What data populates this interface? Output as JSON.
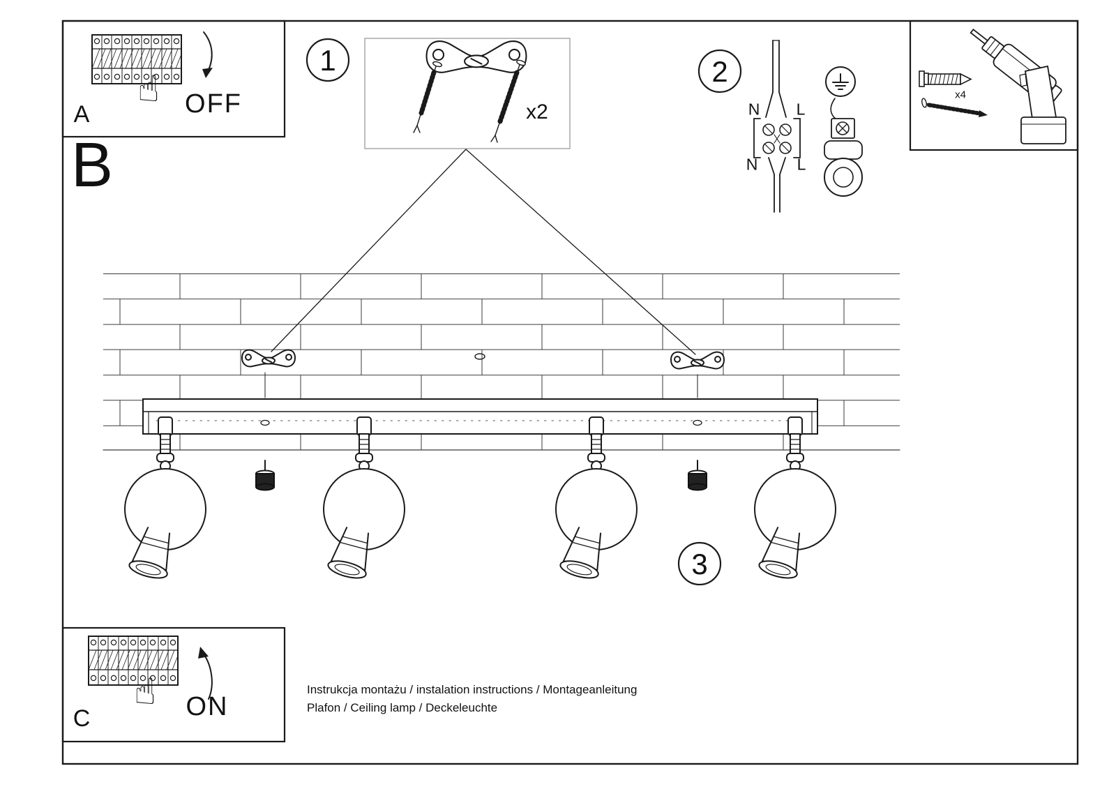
{
  "panel_a": {
    "label": "A",
    "state": "OFF"
  },
  "section_b": {
    "label": "B"
  },
  "panel_c": {
    "label": "C",
    "state": "ON"
  },
  "steps": {
    "one": "1",
    "two": "2",
    "three": "3"
  },
  "parts": {
    "bracket_qty": "x2",
    "plug_qty": "x4"
  },
  "wiring": {
    "n_top": "N",
    "l_top": "L",
    "n_bottom": "N",
    "l_bottom": "L"
  },
  "footer": {
    "line1": "Instrukcja montażu / instalation instructions / Montageanleitung",
    "line2": "Plafon / Ceiling lamp / Deckeleuchte"
  },
  "icons": {
    "hand": "☝"
  },
  "colors": {
    "ink": "#1a1a1a",
    "paper": "#ffffff"
  }
}
